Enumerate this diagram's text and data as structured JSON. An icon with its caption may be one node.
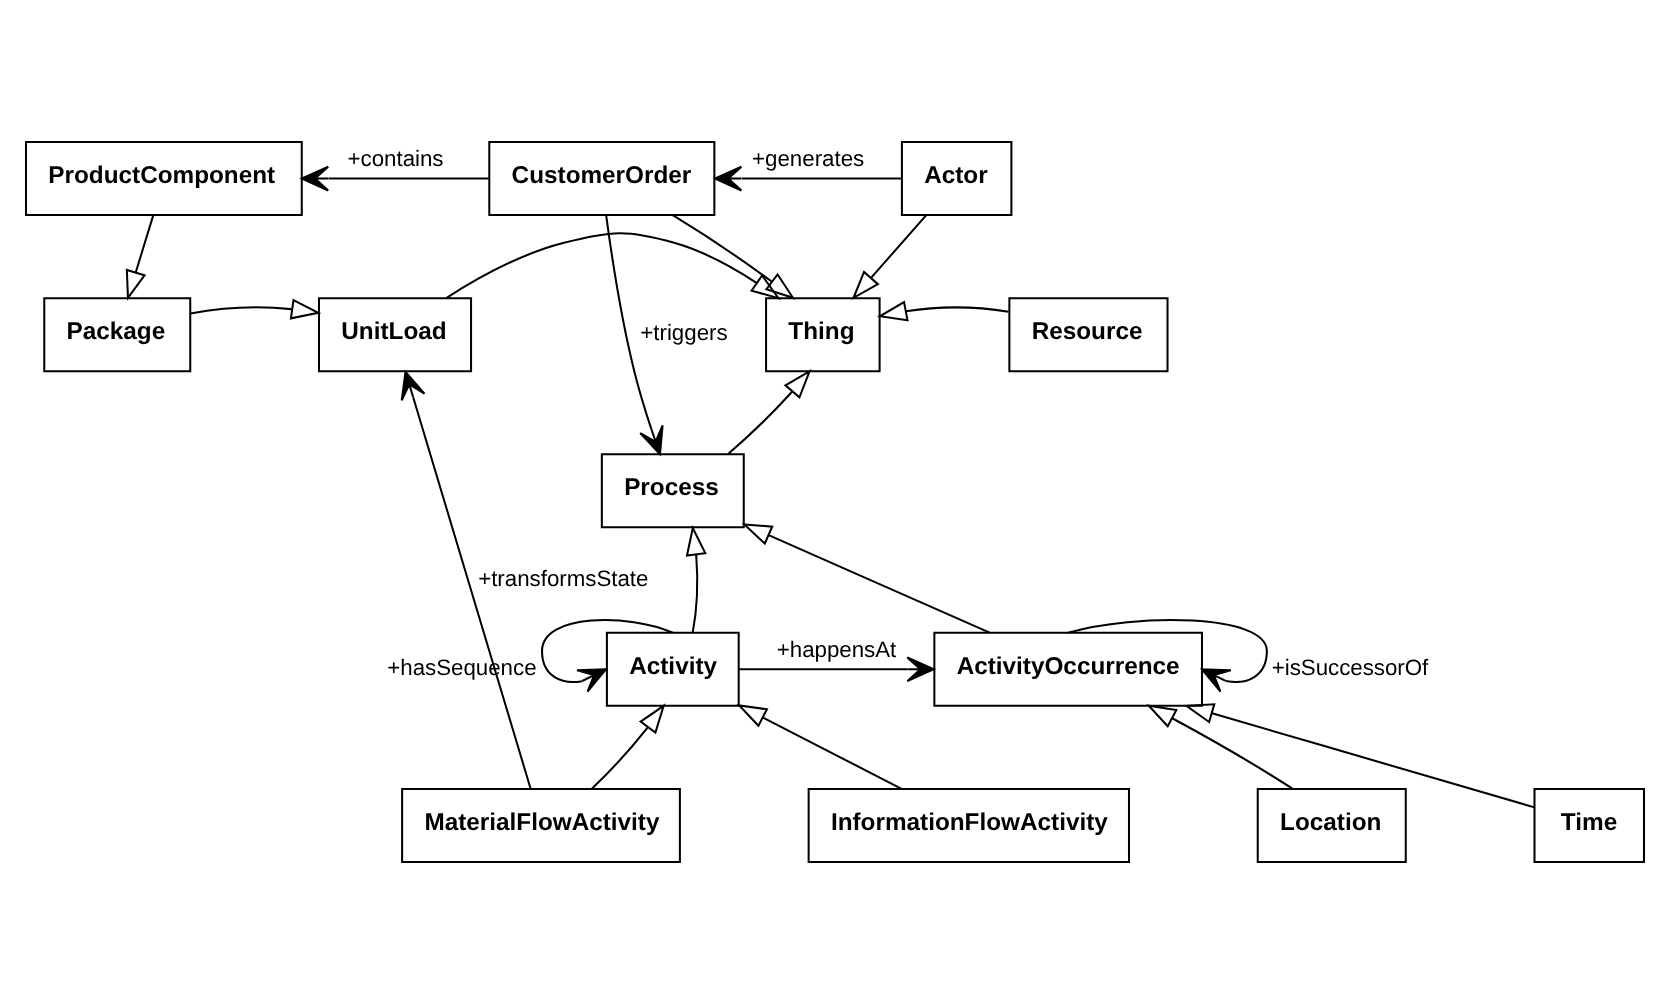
{
  "diagram": {
    "nodes": [
      {
        "text": [
          "ProductComponent"
        ]
      },
      {
        "text": [
          "CustomerOrder"
        ]
      },
      {
        "text": [
          "Actor"
        ]
      },
      {
        "text": [
          "Package"
        ]
      },
      {
        "text": [
          "UnitLoad"
        ]
      },
      {
        "text": [
          "Thing"
        ]
      },
      {
        "text": [
          "Resource"
        ]
      },
      {
        "text": [
          "Process"
        ]
      },
      {
        "text": [
          "Activity"
        ]
      },
      {
        "text": [
          "ActivityOccurrence"
        ]
      },
      {
        "text": [
          "MaterialFlowActivity"
        ]
      },
      {
        "text": [
          "InformationFlowActivity"
        ]
      },
      {
        "text": [
          "Location"
        ]
      },
      {
        "text": [
          "Time"
        ]
      }
    ],
    "edges": [
      {
        "from": 1,
        "to": 0,
        "arrow": "to",
        "label": "+contains"
      },
      {
        "from": 2,
        "to": 1,
        "arrow": "to",
        "label": "+generates"
      },
      {
        "from": 0,
        "to": 3,
        "arrow": "to"
      },
      {
        "from": 3,
        "to": 4,
        "arrow": "to"
      },
      {
        "from": 4,
        "to": 5,
        "arrow": "to"
      },
      {
        "from": 1,
        "to": 5,
        "arrow": "to"
      },
      {
        "from": 2,
        "to": 5,
        "arrow": "to"
      },
      {
        "from": 6,
        "to": 5,
        "arrow": "to"
      },
      {
        "from": 7,
        "to": 5,
        "arrow": "to"
      },
      {
        "from": 1,
        "to": 7,
        "arrow": "to",
        "label": "+triggers"
      },
      {
        "from": 10,
        "to": 4,
        "arrow": "to",
        "label": "+transformsState"
      },
      {
        "from": 8,
        "to": 7,
        "arrow": "to"
      },
      {
        "from": 9,
        "to": 7,
        "arrow": "to"
      },
      {
        "from": 8,
        "to": 8,
        "arrow": "to",
        "label": "+hasSequence"
      },
      {
        "from": 8,
        "to": 9,
        "arrow": "to",
        "label": "+happensAt"
      },
      {
        "from": 9,
        "to": 9,
        "arrow": "to",
        "label": "+isSuccessorOf"
      },
      {
        "from": 10,
        "to": 8,
        "arrow": "to"
      },
      {
        "from": 11,
        "to": 8,
        "arrow": "to"
      },
      {
        "from": 12,
        "to": 9,
        "arrow": "to"
      },
      {
        "from": 13,
        "to": 9,
        "arrow": "to"
      }
    ]
  }
}
